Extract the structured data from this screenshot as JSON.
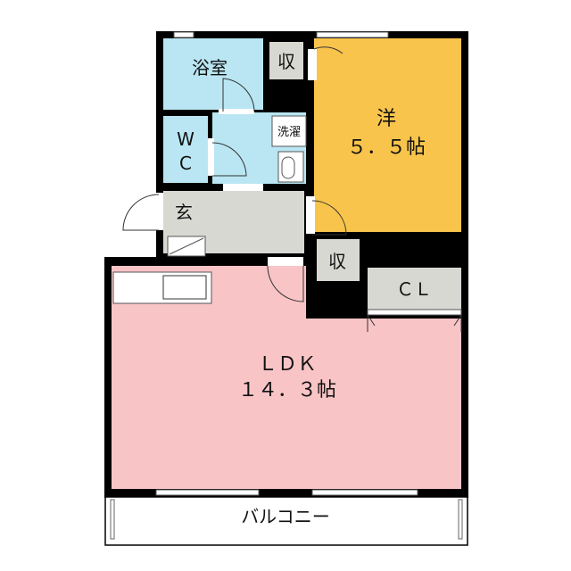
{
  "rooms": {
    "bath": "浴室",
    "storage_top": "収",
    "western": "洋",
    "western_size": "５．５帖",
    "laundry": "洗濯",
    "wc_w": "W",
    "wc_c": "C",
    "entrance": "玄",
    "storage_mid": "収",
    "closet": "ＣＬ",
    "ldk": "ＬＤＫ",
    "ldk_size": "１４．３帖",
    "balcony": "バルコニー"
  },
  "colors": {
    "wall": "#000000",
    "bath": "#b9e6f2",
    "western": "#f8c44b",
    "ldk": "#f8c4c6",
    "hall": "#d8d8d3",
    "storage": "#d8d8d3",
    "balcony": "#ffffff"
  }
}
